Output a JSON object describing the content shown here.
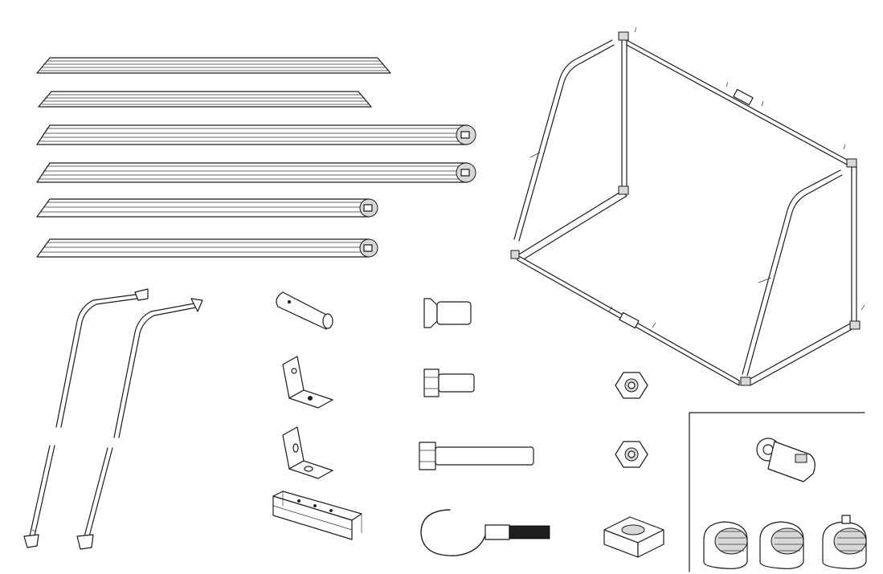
{
  "figure": {
    "kind": "exploded-parts-diagram",
    "line_color": "#1a1a1a",
    "background": "#ffffff",
    "parts": [
      {
        "id": "profile-rail-long",
        "icon": "aluminium-rail",
        "count": 1
      },
      {
        "id": "profile-rail-medium",
        "icon": "aluminium-rail",
        "count": 1
      },
      {
        "id": "round-post-long",
        "icon": "round-tube",
        "count": 2
      },
      {
        "id": "round-post-short",
        "icon": "round-tube",
        "count": 2
      },
      {
        "id": "bent-back-strut",
        "icon": "bent-tube",
        "count": 2
      },
      {
        "id": "ground-peg-tube",
        "icon": "peg-tube",
        "count": 2
      },
      {
        "id": "connector-pin",
        "icon": "pin",
        "count": 1
      },
      {
        "id": "angle-bracket",
        "icon": "l-bracket",
        "count": 2
      },
      {
        "id": "joiner-channel",
        "icon": "channel",
        "count": 1
      },
      {
        "id": "countersunk-bolt",
        "icon": "bolt",
        "count": 1
      },
      {
        "id": "hex-bolt-short",
        "icon": "bolt",
        "count": 1
      },
      {
        "id": "hex-bolt-long",
        "icon": "bolt",
        "count": 1
      },
      {
        "id": "hook-bolt",
        "icon": "hook",
        "count": 1
      },
      {
        "id": "lock-nut",
        "icon": "nut",
        "count": 2
      },
      {
        "id": "clamp-block",
        "icon": "block",
        "count": 1
      },
      {
        "id": "net-hook",
        "icon": "clip",
        "count": 1
      },
      {
        "id": "net-clip",
        "icon": "clip-ring",
        "count": 3
      },
      {
        "id": "assembled-frame",
        "icon": "goal-frame",
        "count": 1
      }
    ]
  }
}
